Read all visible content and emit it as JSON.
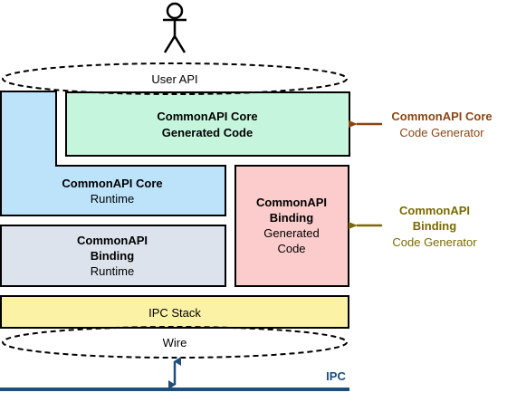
{
  "user_api": {
    "label": "User API"
  },
  "core_generated": {
    "title_line1": "CommonAPI Core",
    "title_line2": "Generated Code"
  },
  "core_runtime": {
    "title": "CommonAPI Core",
    "subtitle": "Runtime"
  },
  "binding_runtime": {
    "title_line1": "CommonAPI",
    "title_line2": "Binding",
    "subtitle": "Runtime"
  },
  "binding_generated": {
    "title_line1": "CommonAPI",
    "title_line2": "Binding",
    "subtitle_line1": "Generated",
    "subtitle_line2": "Code"
  },
  "ipc_stack": {
    "label": "IPC Stack"
  },
  "wire": {
    "label": "Wire"
  },
  "ipc": {
    "label": "IPC"
  },
  "core_code_generator": {
    "title": "CommonAPI Core",
    "subtitle": "Code Generator"
  },
  "binding_code_generator": {
    "title_line1": "CommonAPI",
    "title_line2": "Binding",
    "subtitle": "Code Generator"
  },
  "colors": {
    "core_generated_fill": "#c6f5dd",
    "core_runtime_fill": "#bde3fb",
    "binding_runtime_fill": "#dce3ec",
    "binding_generated_fill": "#fccccc",
    "ipc_stack_fill": "#fbf2a6",
    "ipc_line": "#1f4e79",
    "core_generator_text": "#8b4513",
    "binding_generator_text": "#7a6a00"
  }
}
